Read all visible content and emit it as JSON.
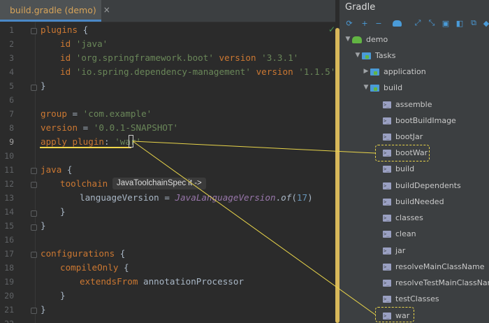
{
  "tab": {
    "title": "build.gradle (demo)",
    "close": "×",
    "icon": "elephant-icon"
  },
  "line_numbers": [
    "1",
    "2",
    "3",
    "4",
    "5",
    "6",
    "7",
    "8",
    "9",
    "10",
    "11",
    "12",
    "13",
    "14",
    "15",
    "16",
    "17",
    "18",
    "19",
    "20",
    "21",
    "22"
  ],
  "code": {
    "l1_kw": "plugins",
    "l1_brace": " {",
    "l2_id": "id",
    "l2_str": "'java'",
    "l3_id": "id",
    "l3_str": "'org.springframework.boot'",
    "l3_ver": "version",
    "l3_vstr": "'3.3.1'",
    "l4_id": "id",
    "l4_str": "'io.spring.dependency-management'",
    "l4_ver": "version",
    "l4_vstr": "'1.1.5'",
    "l5": "}",
    "l7_a": "group",
    "l7_b": " = ",
    "l7_c": "'com.example'",
    "l8_a": "version",
    "l8_b": " = ",
    "l8_c": "'0.0.1-SNAPSHOT'",
    "l9_a": "apply",
    "l9_b": "plugin",
    "l9_c": ": ",
    "l9_d": "'war'",
    "l11_a": "java",
    "l11_b": " {",
    "l12_a": "toolchain",
    "l12_b": " {",
    "l13_a": "languageVersion",
    "l13_b": " = ",
    "l13_c": "JavaLanguageVersion",
    "l13_d": ".",
    "l13_e": "of",
    "l13_f": "(",
    "l13_g": "17",
    "l13_h": ")",
    "l14": "}",
    "l15": "}",
    "l17_a": "configurations",
    "l17_b": " {",
    "l18_a": "compileOnly",
    "l18_b": " {",
    "l19_a": "extendsFrom",
    "l19_b": " annotationProcessor",
    "l20": "}",
    "l21": "}"
  },
  "inlay_hint": "JavaToolchainSpec it ->",
  "gradle": {
    "title": "Gradle",
    "toolbar": [
      "refresh-icon",
      "plus-icon",
      "minus-icon",
      "elephant-icon",
      "expand-icon",
      "collapse-icon",
      "script-icon",
      "db-icon",
      "link-icon",
      "pin-icon"
    ],
    "tree": {
      "root": "demo",
      "tasks": "Tasks",
      "application": "application",
      "build": "build",
      "build_tasks": [
        "assemble",
        "bootBuildImage",
        "bootJar",
        "bootWar",
        "build",
        "buildDependents",
        "buildNeeded",
        "classes",
        "clean",
        "jar",
        "resolveMainClassName",
        "resolveTestMainClassName",
        "testClasses",
        "war"
      ]
    }
  },
  "colors": {
    "accent": "#f2d74a",
    "connector": "#e8d44a"
  }
}
